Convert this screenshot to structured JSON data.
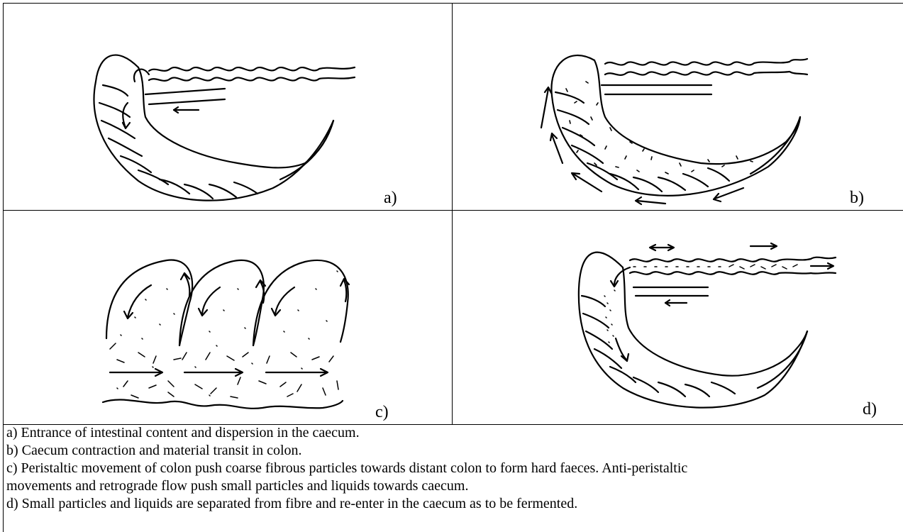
{
  "panels": [
    {
      "id": "a",
      "label": "a)"
    },
    {
      "id": "b",
      "label": "b)"
    },
    {
      "id": "c",
      "label": "c)"
    },
    {
      "id": "d",
      "label": "d)"
    }
  ],
  "captions": [
    "a) Entrance of intestinal content and dispersion in the caecum.",
    "b) Caecum contraction and material transit in colon.",
    "c) Peristaltic movement of colon push coarse fibrous particles towards distant colon to form hard faeces. Anti-peristaltic",
    "movements and retrograde flow push small particles and liquids towards caecum.",
    "d) Small particles and liquids are separated from fibre and re-enter in the caecum as to be fermented."
  ]
}
